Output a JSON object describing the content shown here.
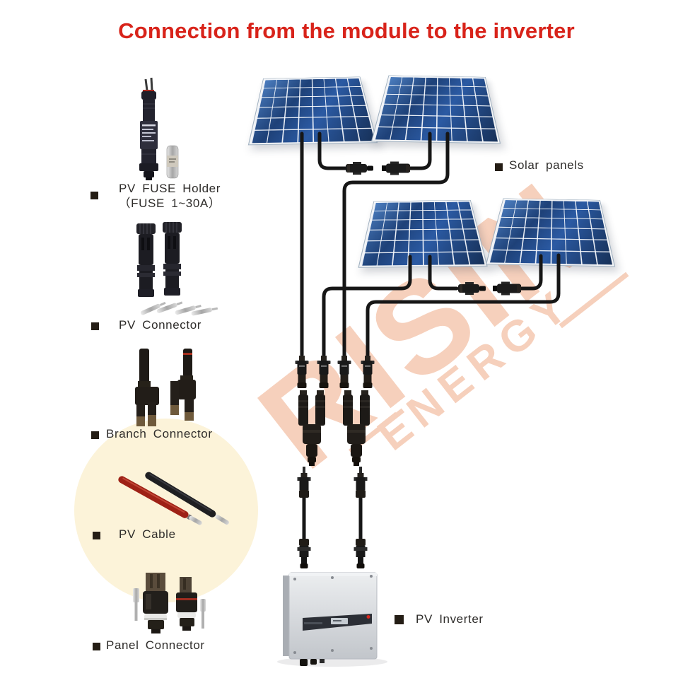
{
  "title": {
    "text": "Connection from the module to the inverter"
  },
  "watermark": {
    "brand": "RISIN",
    "sub": "ENERGY"
  },
  "colors": {
    "title_red": "#d8231a",
    "watermark_salmon": "#f6d0bc",
    "panel_blue": "#1e4178",
    "cable_black": "#161616",
    "circle_cream": "#fcf3d9"
  },
  "legend": {
    "items": [
      {
        "id": "pv-fuse-holder",
        "label": "PV FUSE Holder",
        "label2": "（FUSE 1~30A）"
      },
      {
        "id": "pv-connector",
        "label": "PV Connector"
      },
      {
        "id": "branch-connector",
        "label": "Branch Connector"
      },
      {
        "id": "pv-cable",
        "label": "PV Cable"
      },
      {
        "id": "panel-connector",
        "label": "Panel Connector"
      }
    ]
  },
  "diagram": {
    "solar_panels_label": "Solar panels",
    "pv_inverter_label": "PV Inverter"
  }
}
